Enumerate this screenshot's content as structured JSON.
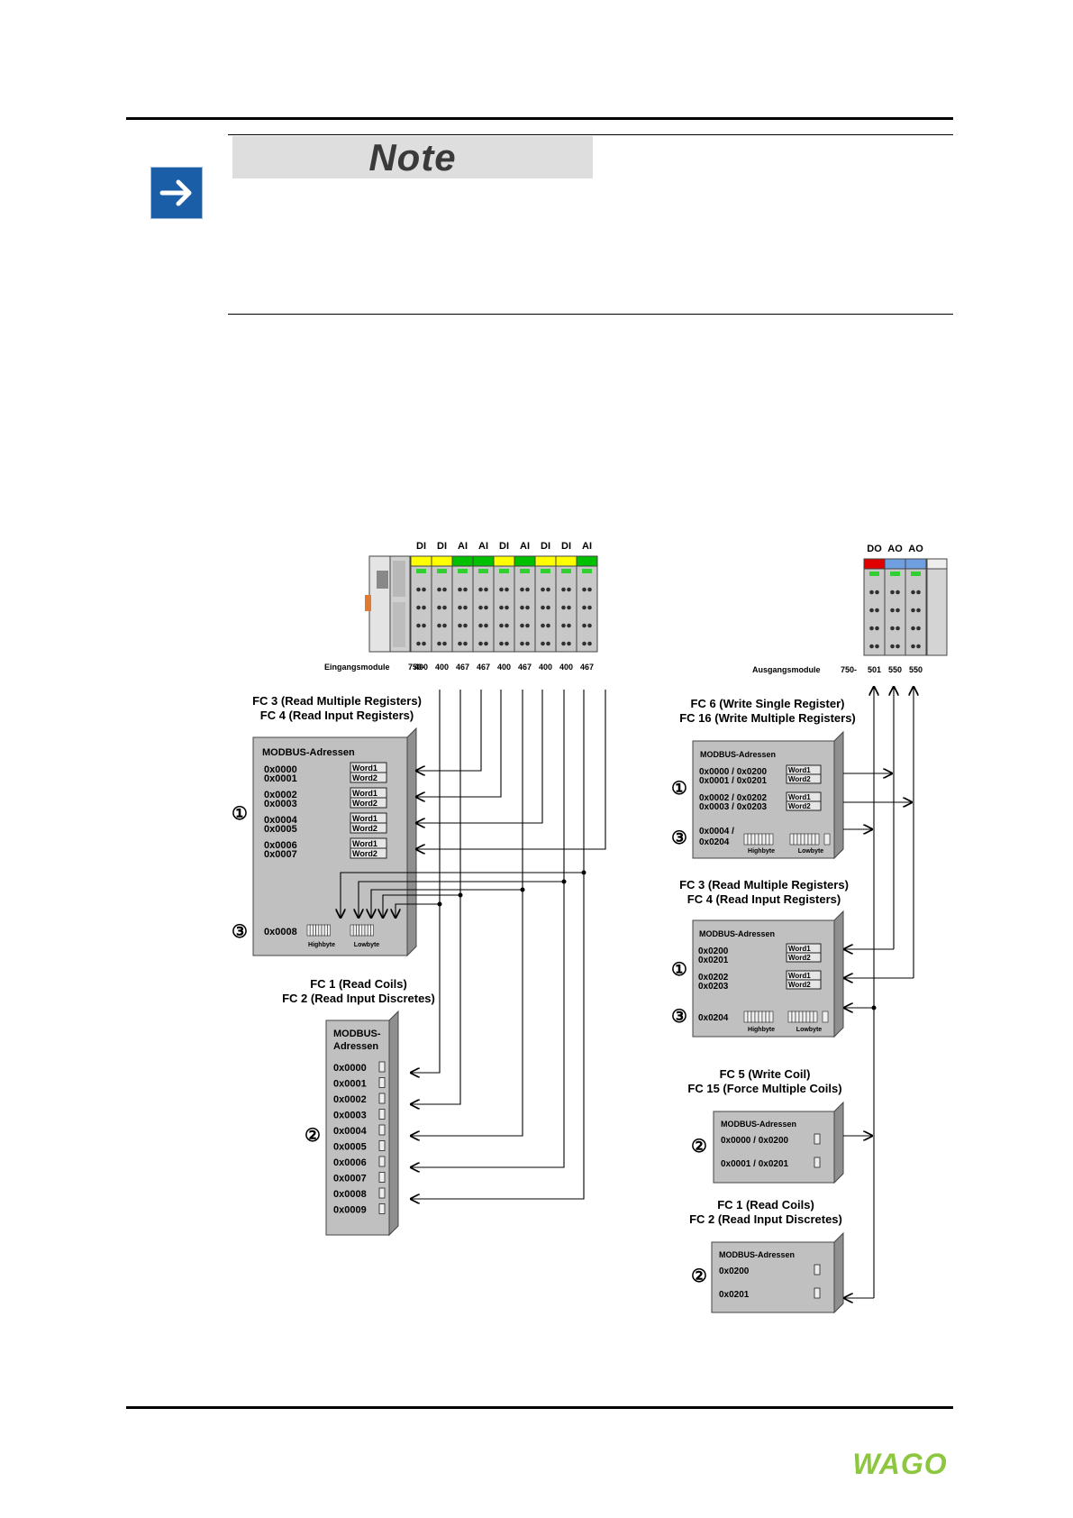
{
  "note": {
    "title": "Note"
  },
  "brand": {
    "logo_text": "WAGO",
    "logo_color": "#8dc63f",
    "note_icon_color": "#1a5ea8"
  },
  "input_modules": {
    "types": [
      "DI",
      "DI",
      "AI",
      "AI",
      "DI",
      "AI",
      "DI",
      "DI",
      "AI"
    ],
    "caption": "Eingangsmodule",
    "prefix": "750-",
    "numbers": [
      "400",
      "400",
      "467",
      "467",
      "400",
      "467",
      "400",
      "400",
      "467"
    ],
    "stripe_colors": [
      "#ffff00",
      "#ffff00",
      "#00c000",
      "#00c000",
      "#ffff00",
      "#00c000",
      "#ffff00",
      "#ffff00",
      "#00c000"
    ]
  },
  "output_modules": {
    "types": [
      "DO",
      "AO",
      "AO"
    ],
    "caption": "Ausgangsmodule",
    "prefix": "750-",
    "numbers": [
      "501",
      "550",
      "550"
    ],
    "stripe_colors": [
      "#e00000",
      "#6f9fe0",
      "#6f9fe0"
    ]
  },
  "left_reg_box": {
    "fc_line1": "FC 3 (Read Multiple Registers)",
    "fc_line2": "FC 4 (Read Input Registers)",
    "header": "MODBUS-Adressen",
    "addresses": [
      "0x0000",
      "0x0001",
      "0x0002",
      "0x0003",
      "0x0004",
      "0x0005",
      "0x0006",
      "0x0007"
    ],
    "word1": "Word1",
    "word2": "Word2",
    "bits_address": "0x0008",
    "highbyte": "Highbyte",
    "lowbyte": "Lowbyte",
    "marker1": "①",
    "marker3": "③"
  },
  "left_coil_box": {
    "fc_line1": "FC 1 (Read Coils)",
    "fc_line2": "FC 2 (Read Input Discretes)",
    "header1": "MODBUS-",
    "header2": "Adressen",
    "addresses": [
      "0x0000",
      "0x0001",
      "0x0002",
      "0x0003",
      "0x0004",
      "0x0005",
      "0x0006",
      "0x0007",
      "0x0008",
      "0x0009"
    ],
    "marker2": "②"
  },
  "right_write_reg_box": {
    "fc_line1": "FC 6 (Write Single Register)",
    "fc_line2": "FC 16 (Write Multiple Registers)",
    "header": "MODBUS-Adressen",
    "addresses": [
      "0x0000 / 0x0200",
      "0x0001 / 0x0201",
      "0x0002 / 0x0202",
      "0x0003 / 0x0203"
    ],
    "bits_line1": "0x0004 /",
    "bits_line2": "0x0204",
    "word1": "Word1",
    "word2": "Word2",
    "highbyte": "Highbyte",
    "lowbyte": "Lowbyte",
    "marker1": "①",
    "marker3": "③"
  },
  "right_read_reg_box": {
    "fc_line1": "FC 3 (Read Multiple Registers)",
    "fc_line2": "FC 4 (Read Input Registers)",
    "header": "MODBUS-Adressen",
    "addresses": [
      "0x0200",
      "0x0201",
      "0x0202",
      "0x0203"
    ],
    "bits_address": "0x0204",
    "word1": "Word1",
    "word2": "Word2",
    "highbyte": "Highbyte",
    "lowbyte": "Lowbyte",
    "marker1": "①",
    "marker3": "③"
  },
  "right_write_coil_box": {
    "fc_line1": "FC 5 (Write Coil)",
    "fc_line2": "FC 15 (Force Multiple Coils)",
    "header": "MODBUS-Adressen",
    "addresses": [
      "0x0000 / 0x0200",
      "0x0001 / 0x0201"
    ],
    "marker2": "②"
  },
  "right_read_coil_box": {
    "fc_line1": "FC 1 (Read Coils)",
    "fc_line2": "FC 2 (Read Input Discretes)",
    "header": "MODBUS-Adressen",
    "addresses": [
      "0x0200",
      "0x0201"
    ],
    "marker2": "②"
  }
}
